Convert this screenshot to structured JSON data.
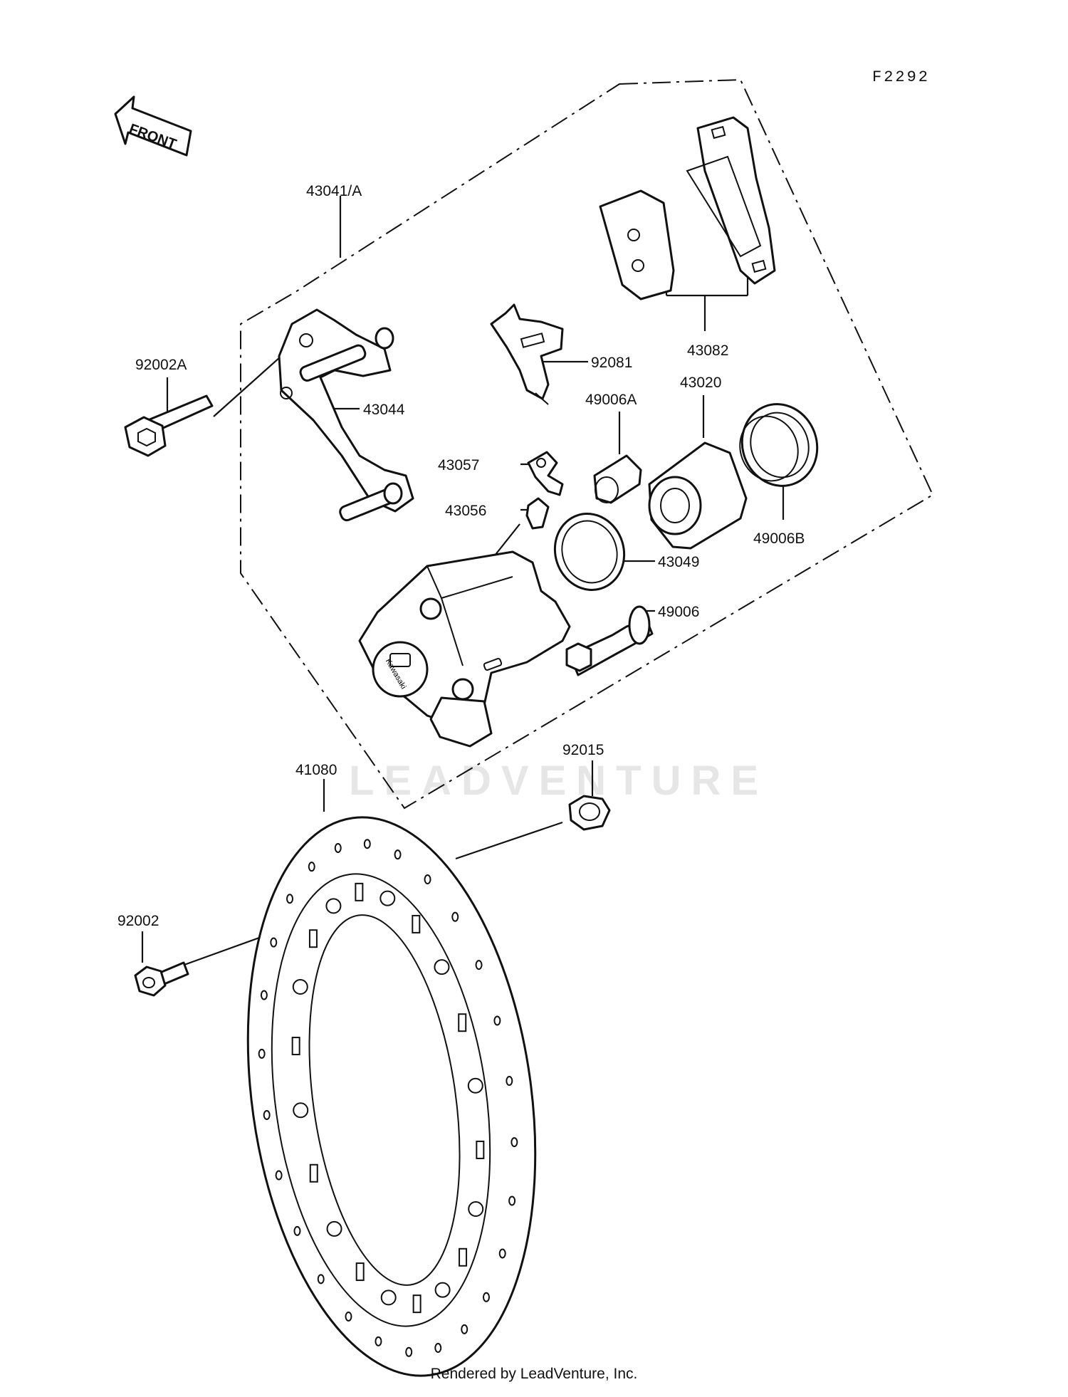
{
  "diagram_code": "F2292",
  "front_arrow_label": "FRONT",
  "watermark": "LEADVENTURE",
  "footer": "Rendered by LeadVenture, Inc.",
  "part_labels": {
    "p43041A": "43041/A",
    "p92002A": "92002A",
    "p43044": "43044",
    "p92081": "92081",
    "p43082": "43082",
    "p43020": "43020",
    "p49006A": "49006A",
    "p43057": "43057",
    "p43056": "43056",
    "p43049": "43049",
    "p49006": "49006",
    "p49006B": "49006B",
    "p92015": "92015",
    "p41080": "41080",
    "p92002": "92002"
  },
  "caliper_logo_text": "Kawasaki"
}
